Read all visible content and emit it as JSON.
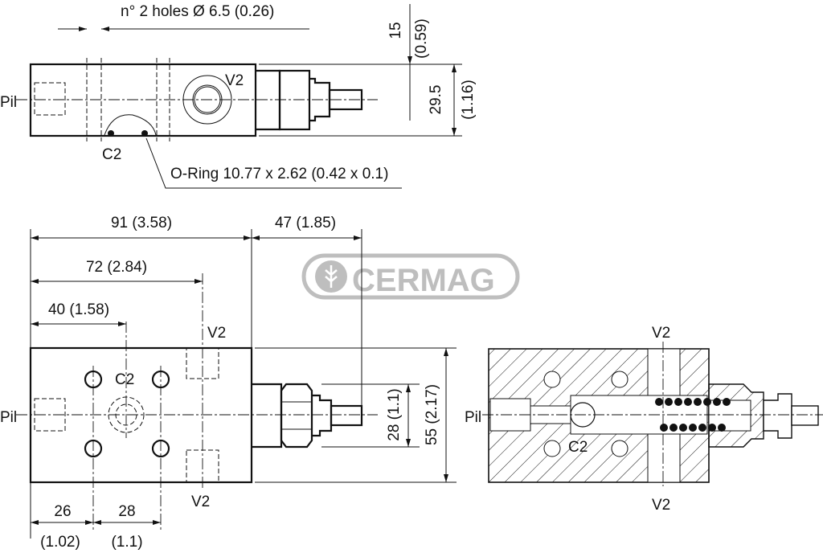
{
  "top_view": {
    "holes_note": "n° 2 holes Ø 6.5 (0.26)",
    "dim_15": "15",
    "dim_15_in": "(0.59)",
    "dim_29_5": "29.5",
    "dim_29_5_in": "(1.16)",
    "label_pil": "Pil",
    "label_v2": "V2",
    "label_c2": "C2",
    "oring_note": "O-Ring 10.77 x 2.62 (0.42 x 0.1)"
  },
  "front_view": {
    "dim_91": "91 (3.58)",
    "dim_47": "47 (1.85)",
    "dim_72": "72 (2.84)",
    "dim_40": "40 (1.58)",
    "label_v2_top": "V2",
    "label_v2_bottom": "V2",
    "label_c2": "C2",
    "label_pil": "Pil",
    "dim_28_v": "28 (1.1)",
    "dim_55": "55 (2.17)",
    "dim_26": "26",
    "dim_26_in": "(1.02)",
    "dim_28_h": "28",
    "dim_28_h_in": "(1.1)"
  },
  "section_view": {
    "label_v2_top": "V2",
    "label_v2_bottom": "V2",
    "label_pil": "Pil",
    "label_c2": "C2"
  },
  "logo": {
    "text": "CERMAG",
    "color": "#9a9a9a"
  }
}
